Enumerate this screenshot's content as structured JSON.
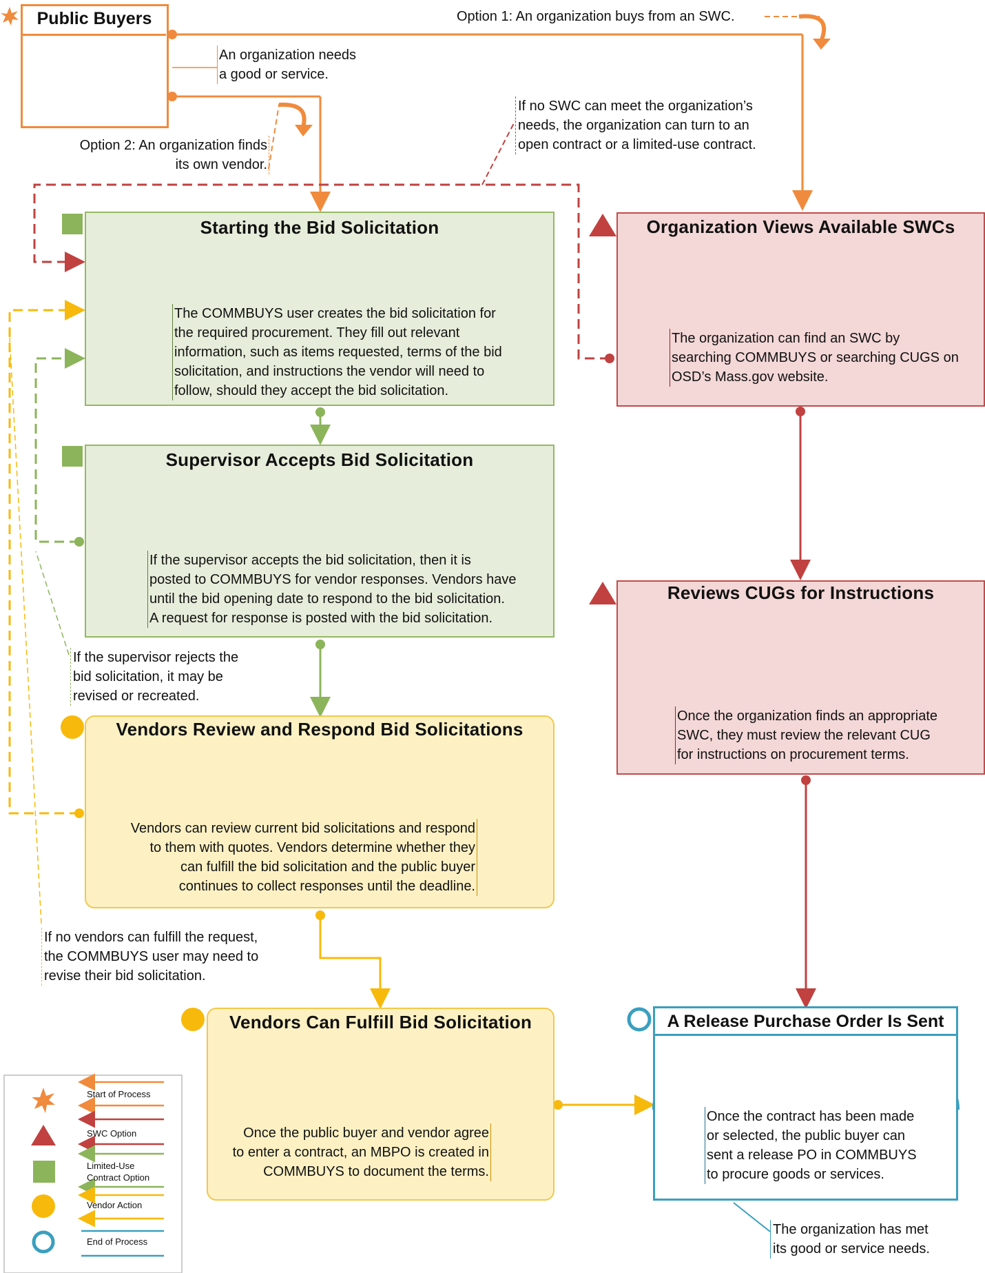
{
  "colors": {
    "orange": "#f08a3c",
    "green": "#8cb45a",
    "red": "#c0413f",
    "yellow": "#f7b90b",
    "teal": "#3a9fbf"
  },
  "public_buyers": {
    "title": "Public Buyers"
  },
  "notes": {
    "option1": "Option 1: An organization buys from an SWC.",
    "needs_line1": "An organization needs",
    "needs_line2": "a good or service.",
    "option2_line1": "Option 2: An organization finds",
    "option2_line2": "its own vendor.",
    "no_swc_line1": "If no SWC can meet the organization’s",
    "no_swc_line2": "needs, the organization can turn to an",
    "no_swc_line3": "open contract or a limited-use contract.",
    "reject_line1": "If the supervisor rejects the",
    "reject_line2": "bid solicitation, it may be",
    "reject_line3": "revised or recreated.",
    "no_vendor_line1": "If no vendors can fulfill the request,",
    "no_vendor_line2": "the COMMBUYS user may need to",
    "no_vendor_line3": "revise their bid solicitation.",
    "met_line1": "The organization has met",
    "met_line2": "its good or service needs."
  },
  "boxes": {
    "starting": {
      "title": "Starting the Bid Solicitation",
      "lines": [
        "The COMMBUYS user creates the bid solicitation for",
        "the required procurement. They fill out relevant",
        "information, such as items requested, terms of the bid",
        "solicitation, and instructions the vendor will need to",
        "follow, should they accept the bid solicitation."
      ]
    },
    "supervisor": {
      "title": "Supervisor Accepts Bid Solicitation",
      "lines": [
        "If the supervisor accepts the bid solicitation, then it is",
        "posted to COMMBUYS for vendor responses. Vendors have",
        "until the bid opening date to respond to the bid solicitation.",
        "A request for response is posted with the bid solicitation."
      ]
    },
    "vendors_review": {
      "title": "Vendors Review and Respond Bid Solicitations",
      "lines": [
        "Vendors can review current bid solicitations and respond",
        "to them with quotes. Vendors determine whether they",
        "can fulfill the bid solicitation and the public buyer",
        "continues to collect responses until the deadline."
      ]
    },
    "vendors_fulfill": {
      "title": "Vendors Can Fulfill Bid Solicitation",
      "lines": [
        "Once the public buyer and vendor agree",
        "to enter a contract, an MBPO is created in",
        "COMMBUYS to document the terms."
      ]
    },
    "org_views": {
      "title": "Organization Views Available SWCs",
      "lines": [
        "The organization can find an SWC by",
        "searching COMMBUYS or searching CUGS on",
        "OSD’s Mass.gov website."
      ]
    },
    "reviews_cugs": {
      "title": "Reviews CUGs for Instructions",
      "lines": [
        "Once the organization finds an appropriate",
        "SWC, they must review the relevant CUG",
        "for instructions on procurement terms."
      ]
    },
    "release_po": {
      "title": "A Release Purchase Order Is Sent",
      "lines": [
        "Once the contract has been made",
        "or selected, the public buyer can",
        "sent a release PO in COMMBUYS",
        "to procure goods or services."
      ]
    }
  },
  "legend": {
    "items": [
      {
        "label": "Start of Process",
        "icon": "star-icon"
      },
      {
        "label": "SWC Option",
        "icon": "triangle-icon"
      },
      {
        "label": "Limited-Use\nContract Option",
        "icon": "square-icon"
      },
      {
        "label": "Vendor Action",
        "icon": "circle-icon"
      },
      {
        "label": "End of Process",
        "icon": "ring-icon"
      }
    ],
    "label_line1_limited": "Limited-Use",
    "label_line2_limited": "Contract Option"
  }
}
